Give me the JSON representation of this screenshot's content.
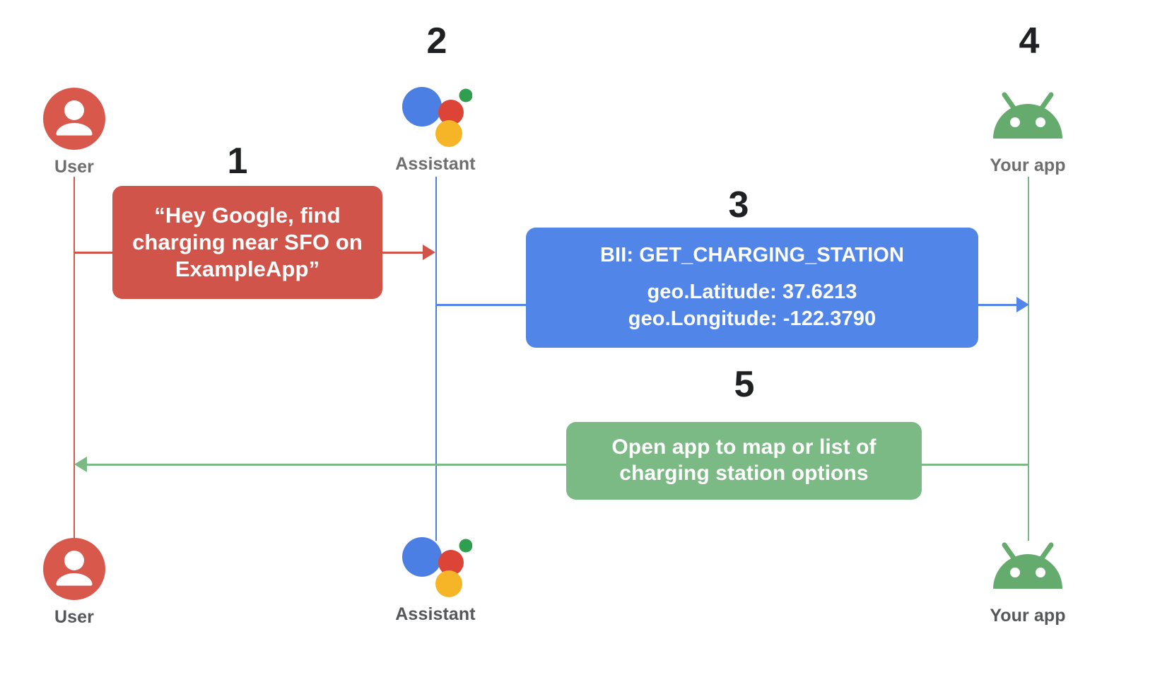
{
  "diagram": {
    "title": "Assistant App Actions sequence diagram",
    "type": "sequence-diagram",
    "colors": {
      "user_red": "#d1544a",
      "assistant_blue": "#5285e8",
      "app_green": "#7bb985",
      "label_gray": "#6e6e6e",
      "number_black": "#1e2023",
      "background": "#ffffff"
    }
  },
  "actors": {
    "user": {
      "label_top": "User",
      "label_bottom": "User",
      "icon": "user-avatar-icon"
    },
    "assistant": {
      "label_top": "Assistant",
      "label_bottom": "Assistant",
      "icon": "google-assistant-icon"
    },
    "app": {
      "label_top": "Your app",
      "label_bottom": "Your app",
      "icon": "android-robot-icon"
    }
  },
  "steps": {
    "one": "1",
    "two": "2",
    "three": "3",
    "four": "4",
    "five": "5"
  },
  "messages": {
    "utterance": {
      "lines": [
        "“Hey Google, find",
        "charging near SFO on",
        "ExampleApp”"
      ]
    },
    "bii": {
      "title": "BII: GET_CHARGING_STATION",
      "params": [
        "geo.Latitude: 37.6213",
        "geo.Longitude:  -122.3790"
      ]
    },
    "result": {
      "lines": [
        "Open app to map or list of",
        "charging station options"
      ]
    }
  }
}
